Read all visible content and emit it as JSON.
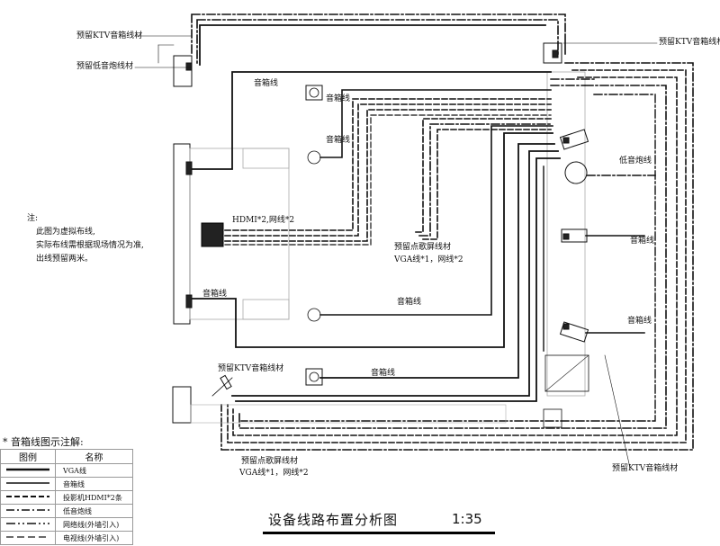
{
  "labels": {
    "ktv_top_left": "预留KTV音箱线材",
    "sub_top_left": "预留低音炮线材",
    "ktv_top_right": "预留KTV音箱线材",
    "speaker_top": "音箱线",
    "speaker_a": "音箱线",
    "speaker_b": "音箱线",
    "hdmi_net": "HDMI*2,网线*2",
    "sub_right": "低音炮线",
    "speaker_right_mid": "音箱线",
    "speaker_right_low": "音箱线",
    "karaoke_mid_1": "预留点歌屏线材",
    "karaoke_mid_2": "VGA线*1，网线*2",
    "speaker_left": "音箱线",
    "speaker_center": "音箱线",
    "ktv_bottom_left": "预留KTV音箱线材",
    "speaker_bottom": "音箱线",
    "karaoke_bottom_1": "预留点歌屏线材",
    "karaoke_bottom_2": "VGA线*1，网线*2",
    "ktv_bottom_right": "预留KTV音箱线材"
  },
  "note": {
    "title": "注:",
    "lines": [
      "此图为虚拟布线,",
      "实际布线需根据现场情况为准,",
      "出线预留两米。"
    ]
  },
  "legend": {
    "title": "* 音箱线图示注解:",
    "header_symbol": "图例",
    "header_name": "名称",
    "items": [
      {
        "name": "VGA线"
      },
      {
        "name": "音箱线"
      },
      {
        "name": "投影机HDMI*2条"
      },
      {
        "name": "低音炮线"
      },
      {
        "name": "网络线(外墙引入)"
      },
      {
        "name": "电视线(外墙引入)"
      }
    ]
  },
  "title_block": {
    "title": "设备线路布置分析图",
    "scale": "1:35"
  }
}
